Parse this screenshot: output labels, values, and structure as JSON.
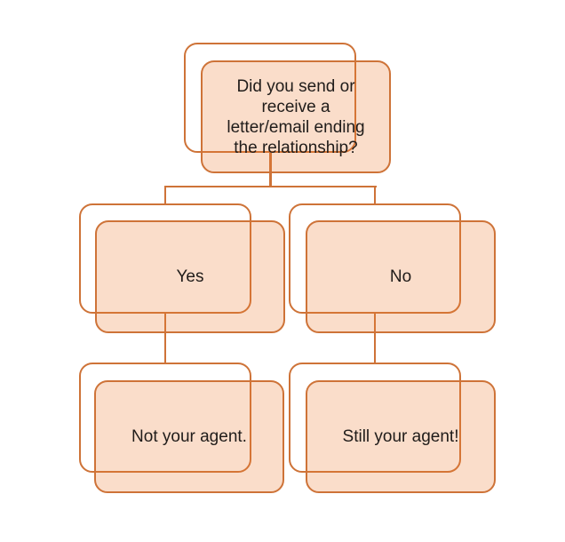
{
  "diagram": {
    "type": "flowchart",
    "colors": {
      "border": "#CE7338",
      "node_fill": "#FADCCB",
      "text": "#201C1A",
      "background": "#FFFFFF"
    },
    "nodes": {
      "question": {
        "text": "Did you send or\nreceive a\nletter/email ending\nthe relationship?"
      },
      "yes": {
        "text": "Yes"
      },
      "no": {
        "text": "No"
      },
      "not_agent": {
        "text": "Not your agent."
      },
      "still_agent": {
        "text": "Still your agent!"
      }
    },
    "edges": [
      {
        "from": "question",
        "to": "yes"
      },
      {
        "from": "question",
        "to": "no"
      },
      {
        "from": "yes",
        "to": "not_agent"
      },
      {
        "from": "no",
        "to": "still_agent"
      }
    ]
  }
}
